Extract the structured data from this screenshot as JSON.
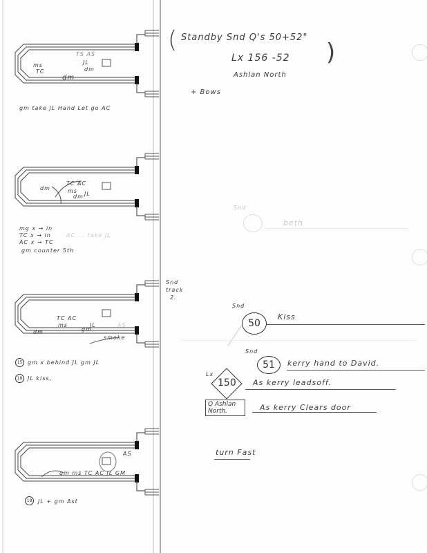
{
  "standby_note": {
    "line1": "Standby Snd Q's 50+52\"",
    "line2": "Lx 156 -52",
    "line3": "Ashlan North",
    "bows": "+ Bows"
  },
  "diagrams": [
    {
      "labels": [
        "ms",
        "TC",
        "dm",
        "TS AS",
        "JL",
        "dm"
      ],
      "caption": "gm take JL Hand   Let go AC"
    },
    {
      "labels": [
        "dm",
        "TC AC",
        "ms",
        "dm",
        "JL"
      ],
      "notes": [
        "mg x → in",
        "TC x → in",
        "AC x → TC",
        "gm counter 5th"
      ],
      "faint_note": "AC ... take JL"
    },
    {
      "labels": [
        "dm",
        "TC AC",
        "ms",
        "gm",
        "JL",
        "AS",
        "smoke"
      ],
      "side_note": [
        "Snd",
        "track",
        "2."
      ],
      "notes": [
        {
          "num": "15",
          "text": "gm x behind JL   gm JL"
        },
        {
          "num": "18",
          "text": "JL    kiss,"
        }
      ]
    },
    {
      "labels": [
        "AS",
        "gm ms TC AC JL GM"
      ],
      "notes": [
        {
          "num": "18",
          "text": "JL + gm Ast"
        }
      ]
    }
  ],
  "cues": [
    {
      "dept": "Snd",
      "number": "50",
      "shape": "circle",
      "text": "Kiss"
    },
    {
      "dept": "Snd",
      "number": "51",
      "shape": "circle",
      "text": "kerry hand to David."
    },
    {
      "dept": "Lx",
      "number": "150",
      "shape": "diamond",
      "text": "As kerry leadsoff."
    },
    {
      "dept": "",
      "number": "Q Ashlan North.",
      "shape": "box",
      "text": "As kerry Clears door"
    }
  ],
  "faint_cue": {
    "dept": "Snd",
    "text": "beth"
  },
  "footer_note": "turn Fast"
}
